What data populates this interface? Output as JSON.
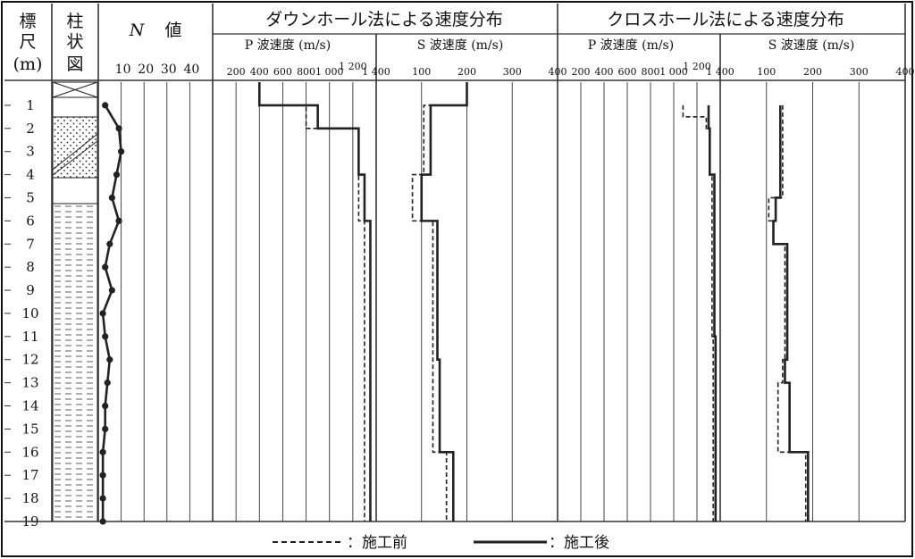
{
  "header": {
    "depth_label": [
      "標",
      "尺",
      "(m)"
    ],
    "column_label": [
      "柱",
      "状",
      "図"
    ],
    "n_label_italic": "N",
    "n_label_rest": "値"
  },
  "legend": {
    "before": "：施工前",
    "after": "：施工後"
  },
  "colors": {
    "ink": "#222222",
    "grid": "#333333"
  },
  "chart_data": [
    {
      "type": "line",
      "title": "N 値",
      "xticks": [
        10,
        20,
        30,
        40
      ],
      "xlim": [
        0,
        50
      ],
      "ylim": [
        0,
        19
      ],
      "yticks": [
        1,
        2,
        3,
        4,
        5,
        6,
        7,
        8,
        9,
        10,
        11,
        12,
        13,
        14,
        15,
        16,
        17,
        18,
        19
      ],
      "series": [
        {
          "depth": [
            1,
            2,
            3,
            4,
            5,
            6,
            7,
            8,
            9,
            10,
            11,
            12,
            13,
            14,
            15,
            16,
            17,
            18,
            19
          ],
          "values": [
            3,
            9,
            10,
            8,
            6,
            9,
            5,
            3,
            6,
            2,
            3,
            5,
            4,
            3,
            3,
            2,
            2,
            2,
            2
          ]
        }
      ]
    },
    {
      "type": "line",
      "title": "ダウンホール法による速度分布",
      "panels": [
        {
          "label": "P 波速度 (m/s)",
          "xticks": [
            200,
            400,
            600,
            800,
            1000,
            1200,
            1400
          ],
          "xtick_labels": [
            "200",
            "400",
            "600",
            "800",
            "1 000",
            "1 200",
            "1 400"
          ],
          "xlim": [
            0,
            1400
          ],
          "series": [
            {
              "name": "施工前",
              "steps": [
                [
                  0,
                  1,
                  400
                ],
                [
                  1,
                  2,
                  800
                ],
                [
                  2,
                  6,
                  1250
                ],
                [
                  6,
                  19,
                  1300
                ]
              ]
            },
            {
              "name": "施工後",
              "steps": [
                [
                  0,
                  1,
                  400
                ],
                [
                  1,
                  2,
                  900
                ],
                [
                  2,
                  4,
                  1250
                ],
                [
                  4,
                  6,
                  1300
                ],
                [
                  6,
                  19,
                  1350
                ]
              ]
            }
          ]
        },
        {
          "label": "S 波速度 (m/s)",
          "xticks": [
            100,
            200,
            300,
            400
          ],
          "xtick_labels": [
            "100",
            "200",
            "300",
            "400"
          ],
          "xlim": [
            0,
            400
          ],
          "series": [
            {
              "name": "施工前",
              "steps": [
                [
                  0,
                  1,
                  200
                ],
                [
                  1,
                  4,
                  105
                ],
                [
                  4,
                  6,
                  80
                ],
                [
                  6,
                  16,
                  125
                ],
                [
                  16,
                  19,
                  155
                ]
              ]
            },
            {
              "name": "施工後",
              "steps": [
                [
                  0,
                  1,
                  200
                ],
                [
                  1,
                  4,
                  120
                ],
                [
                  4,
                  6,
                  100
                ],
                [
                  6,
                  12,
                  135
                ],
                [
                  12,
                  16,
                  140
                ],
                [
                  16,
                  19,
                  170
                ]
              ]
            }
          ]
        }
      ]
    },
    {
      "type": "line",
      "title": "クロスホール法による速度分布",
      "panels": [
        {
          "label": "P 波速度 (m/s)",
          "xticks": [
            200,
            400,
            600,
            800,
            1000,
            1200,
            1400
          ],
          "xtick_labels": [
            "200",
            "400",
            "600",
            "800",
            "1 000",
            "1 200",
            "1 400"
          ],
          "xlim": [
            0,
            1400
          ],
          "series": [
            {
              "name": "施工前",
              "steps": [
                [
                  1,
                  1.5,
                  1080
                ],
                [
                  1.5,
                  2,
                  1280
                ],
                [
                  2,
                  4,
                  1310
                ],
                [
                  4,
                  11,
                  1330
                ],
                [
                  11,
                  19,
                  1340
                ]
              ]
            },
            {
              "name": "施工後",
              "steps": [
                [
                  1,
                  2,
                  1300
                ],
                [
                  2,
                  4,
                  1310
                ],
                [
                  4,
                  11,
                  1350
                ],
                [
                  11,
                  19,
                  1360
                ]
              ]
            }
          ]
        },
        {
          "label": "S 波速度 (m/s)",
          "xticks": [
            100,
            200,
            300,
            400
          ],
          "xtick_labels": [
            "100",
            "200",
            "300",
            "400"
          ],
          "xlim": [
            0,
            400
          ],
          "series": [
            {
              "name": "施工前",
              "steps": [
                [
                  1,
                  5,
                  135
                ],
                [
                  5,
                  6,
                  105
                ],
                [
                  6,
                  7,
                  115
                ],
                [
                  7,
                  12,
                  140
                ],
                [
                  12,
                  13,
                  135
                ],
                [
                  13,
                  16,
                  125
                ],
                [
                  16,
                  19,
                  185
                ]
              ]
            },
            {
              "name": "施工後",
              "steps": [
                [
                  1,
                  5,
                  130
                ],
                [
                  5,
                  6,
                  120
                ],
                [
                  6,
                  7,
                  115
                ],
                [
                  7,
                  12,
                  145
                ],
                [
                  12,
                  13,
                  140
                ],
                [
                  13,
                  16,
                  150
                ],
                [
                  16,
                  19,
                  190
                ]
              ]
            }
          ]
        }
      ]
    }
  ]
}
